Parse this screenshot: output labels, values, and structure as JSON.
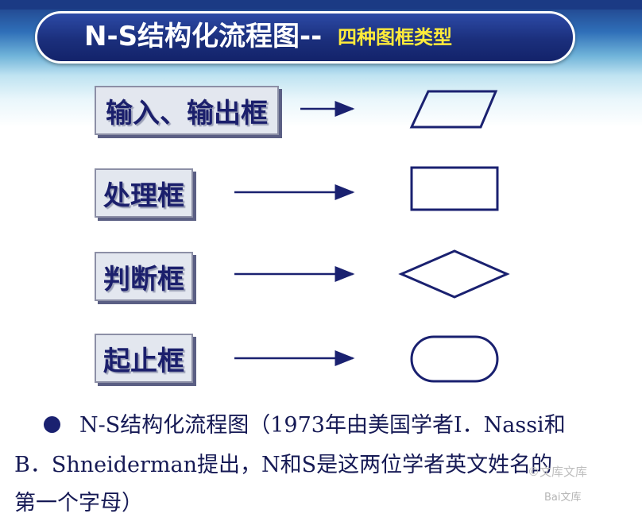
{
  "slide": {
    "title_main": "N-S结构化流程图--",
    "title_sub": "四种图框类型"
  },
  "rows": [
    {
      "label": "输入、输出框",
      "shape": "parallelogram"
    },
    {
      "label": "处理框",
      "shape": "rectangle"
    },
    {
      "label": "判断框",
      "shape": "diamond"
    },
    {
      "label": "起止框",
      "shape": "rounded-rectangle"
    }
  ],
  "description": {
    "line1": "N-S结构化流程图（1973年由美国学者I．Nassi和",
    "line2": "B．Shneiderman提出，N和S是这两位学者英文姓名的",
    "line3": "第一个字母）"
  },
  "watermark": {
    "text": "©文库文库",
    "logo_text": "Bai文库"
  },
  "colors": {
    "title_bg": "#1b2f7c",
    "title_sub": "#ffeb3b",
    "ink": "#1b1f6c"
  }
}
